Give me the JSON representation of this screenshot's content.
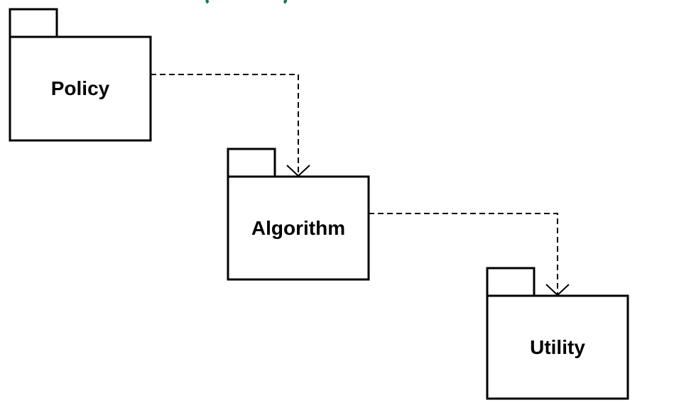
{
  "diagram": {
    "packages": [
      {
        "id": "policy",
        "label": "Policy"
      },
      {
        "id": "algorithm",
        "label": "Algorithm"
      },
      {
        "id": "utility",
        "label": "Utility"
      }
    ],
    "dependencies": [
      {
        "from": "policy",
        "to": "algorithm",
        "style": "dashed",
        "arrow": "open"
      },
      {
        "from": "algorithm",
        "to": "utility",
        "style": "dashed",
        "arrow": "open"
      }
    ],
    "colors": {
      "stroke": "#000000",
      "background": "#ffffff",
      "cropped_header": "#0d7a55"
    }
  }
}
